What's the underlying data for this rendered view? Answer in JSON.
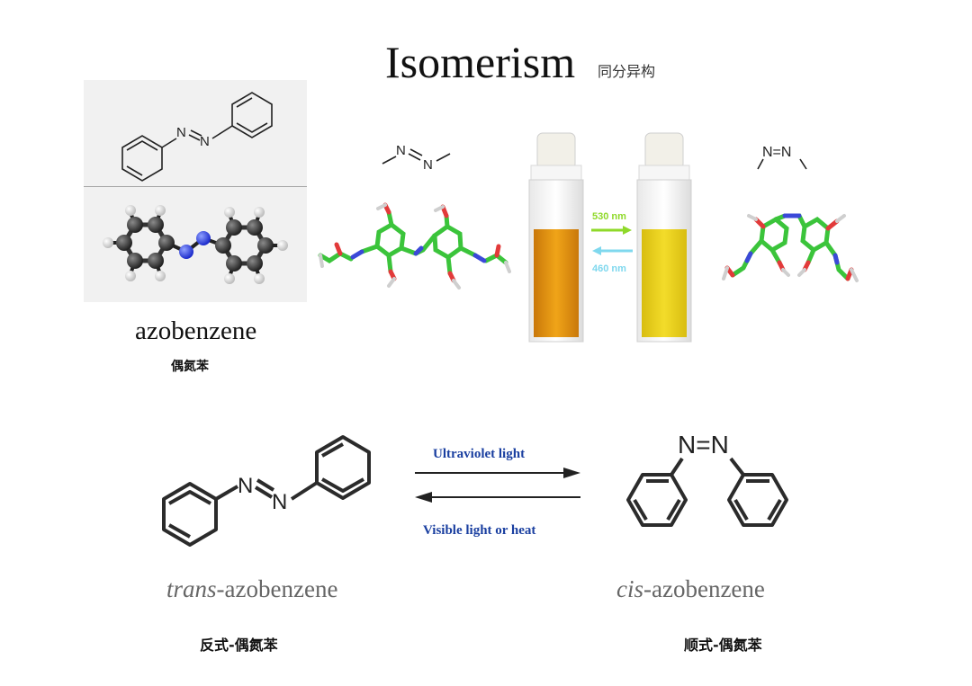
{
  "title": "Isomerism",
  "title_cn": "同分异构",
  "molecule": {
    "name": "azobenzene",
    "name_cn": "偶氮苯",
    "atom_n": "N",
    "cis_group": "N=N"
  },
  "photoswitch": {
    "forward_wavelength": "530 nm",
    "reverse_wavelength": "460 nm",
    "forward_color": "#8fd92a",
    "reverse_color": "#7fd8ee",
    "left_solution_color": "#e79a12",
    "right_solution_color": "#e9d31c"
  },
  "isomerization": {
    "forward_condition": "Ultraviolet light",
    "reverse_condition": "Visible light or heat",
    "trans_prefix": "trans",
    "cis_prefix": "cis",
    "suffix": "-azobenzene",
    "trans_cn": "反式-偶氮苯",
    "cis_cn": "顺式-偶氮苯"
  }
}
